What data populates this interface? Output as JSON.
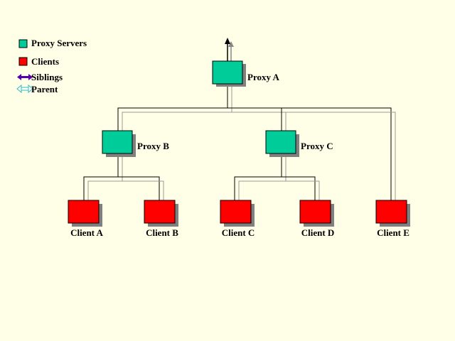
{
  "colors": {
    "background": "#ffffe8",
    "proxy": "#00cc99",
    "client": "#ff0000",
    "shadow": "#808080",
    "sibling_arrow": "#5500aa",
    "parent_arrow": "#33bbbb"
  },
  "legend": {
    "proxy_servers": "Proxy Servers",
    "clients": "Clients",
    "siblings": "Siblings",
    "parent": "Parent"
  },
  "nodes": {
    "proxy_a": "Proxy A",
    "proxy_b": "Proxy B",
    "proxy_c": "Proxy C",
    "client_a": "Client A",
    "client_b": "Client B",
    "client_c": "Client C",
    "client_d": "Client D",
    "client_e": "Client E"
  },
  "icons": {
    "up_arrow": "up-arrow-icon",
    "sibling_arrow": "double-arrow-icon",
    "parent_arrow": "double-arrow-icon"
  }
}
